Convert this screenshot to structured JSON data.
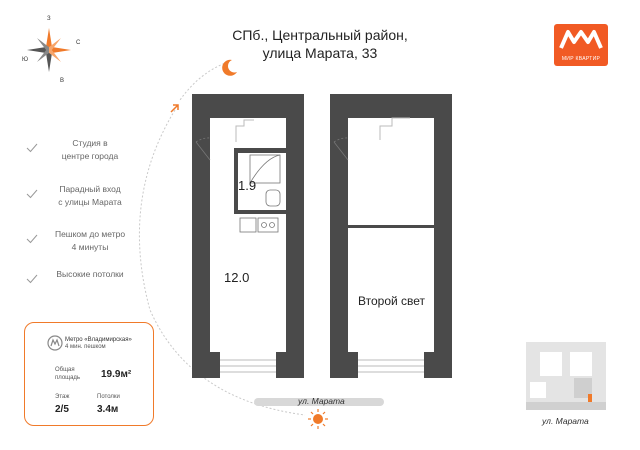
{
  "address": {
    "line1": "СПб., Центральный район,",
    "line2": "улица Марата, 33"
  },
  "logo": {
    "text": "МИР КВАРТИР",
    "color": "#f15a24"
  },
  "compass": {
    "n": "З",
    "e": "С",
    "s": "В",
    "w": "Ю"
  },
  "features": [
    {
      "line1": "Студия в",
      "line2": "центре города"
    },
    {
      "line1": "Парадный вход",
      "line2": "с улицы Марата"
    },
    {
      "line1": "Пешком до метро",
      "line2": "4 минуты"
    },
    {
      "line1": "Высокие потолки",
      "line2": ""
    }
  ],
  "info": {
    "metro_name": "Метро «Владимирская»",
    "metro_walk": "4 мин. пешком",
    "area_label_1": "Общая",
    "area_label_2": "площадь",
    "area_value": "19.9м²",
    "floor_label": "Этаж",
    "floor_value": "2/5",
    "ceiling_label": "Потолки",
    "ceiling_value": "3.4м"
  },
  "rooms": {
    "bathroom_area": "1.9",
    "main_area": "12.0",
    "second_light": "Второй свет"
  },
  "streets": {
    "plan": "ул. Марата",
    "minimap": "ул. Марата"
  },
  "colors": {
    "accent": "#f07a2a",
    "wall": "#4a4a4a"
  }
}
